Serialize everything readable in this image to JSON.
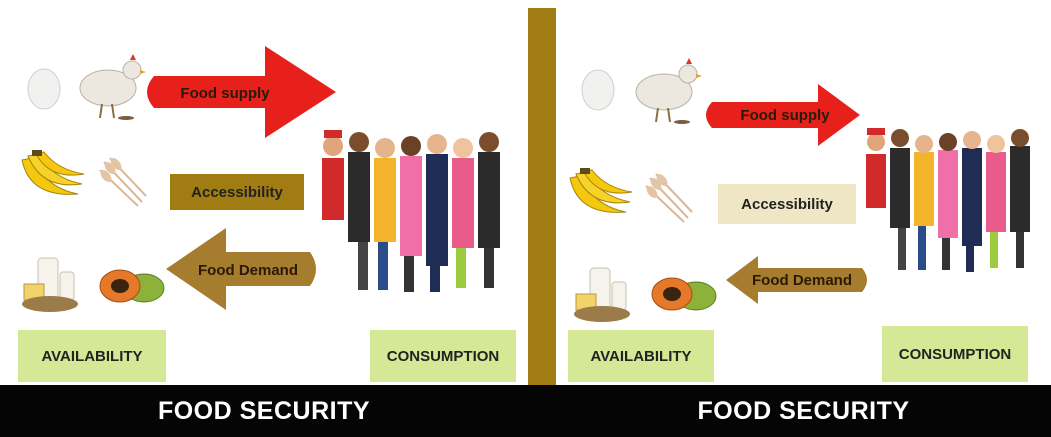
{
  "panels": [
    {
      "supply_label": "Food supply",
      "accessibility_label": "Accessibility",
      "demand_label": "Food Demand",
      "availability_label": "AVAILABILITY",
      "consumption_label": "CONSUMPTION",
      "footer_title": "FOOD SECURITY"
    },
    {
      "supply_label": "Food supply",
      "accessibility_label": "Accessibility",
      "demand_label": "Food Demand",
      "availability_label": "AVAILABILITY",
      "consumption_label": "CONSUMPTION",
      "footer_title": "FOOD SECURITY"
    }
  ],
  "icons": [
    "egg-icon",
    "chicken-icon",
    "banana-icon",
    "wheat-icon",
    "dairy-icon",
    "papaya-icon",
    "crowd-icon"
  ],
  "colors": {
    "supply_arrow": "#e8201c",
    "demand_arrow": "#a67c2e",
    "accessibility_box_left": "#a07c12",
    "accessibility_box_right": "#efe6c6",
    "label_box": "#d5e895",
    "divider": "#a07c12",
    "footer": "#050505"
  }
}
